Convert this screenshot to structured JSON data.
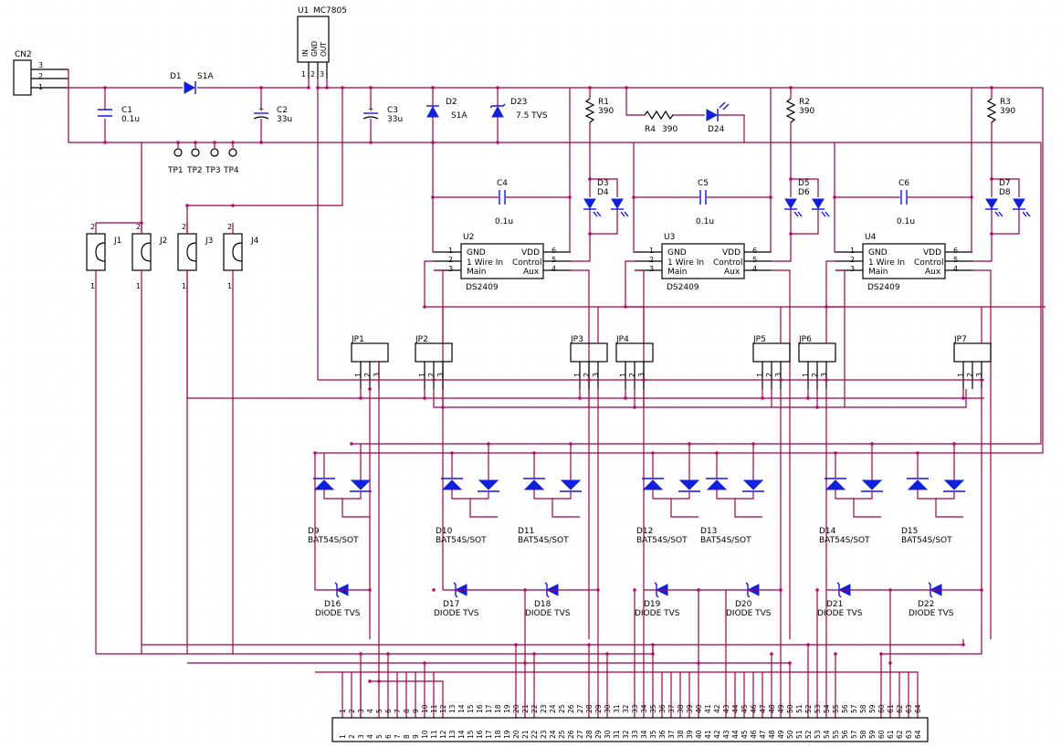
{
  "title_block": {},
  "parts": {
    "cn2": {
      "ref": "CN2",
      "pins": [
        "3",
        "2",
        "1"
      ]
    },
    "u1": {
      "ref": "U1",
      "value": "MC7805",
      "pins": [
        "IN",
        "GND",
        "OUT"
      ],
      "pin_nums": [
        "1",
        "2",
        "3"
      ]
    },
    "d1": {
      "ref": "D1",
      "value": "S1A"
    },
    "c1": {
      "ref": "C1",
      "value": "0.1u"
    },
    "c2": {
      "ref": "C2",
      "value": "33u"
    },
    "c3": {
      "ref": "C3",
      "value": "33u"
    },
    "d2": {
      "ref": "D2",
      "value": "S1A"
    },
    "d23": {
      "ref": "D23",
      "value": "7.5 TVS"
    },
    "r1": {
      "ref": "R1",
      "value": "390"
    },
    "r2": {
      "ref": "R2",
      "value": "390"
    },
    "r3": {
      "ref": "R3",
      "value": "390"
    },
    "r4": {
      "ref": "R4",
      "value": "390"
    },
    "d24": {
      "ref": "D24"
    },
    "testpoints": [
      "TP1",
      "TP2",
      "TP3",
      "TP4"
    ],
    "c4": {
      "ref": "C4",
      "value": "0.1u"
    },
    "c5": {
      "ref": "C5",
      "value": "0.1u"
    },
    "c6": {
      "ref": "C6",
      "value": "0.1u"
    },
    "led_pairs": [
      [
        "D3",
        "D4"
      ],
      [
        "D5",
        "D6"
      ],
      [
        "D7",
        "D8"
      ]
    ],
    "jacks": [
      "J1",
      "J2",
      "J3",
      "J4"
    ],
    "ds2409": [
      {
        "ref": "U2",
        "value": "DS2409"
      },
      {
        "ref": "U3",
        "value": "DS2409"
      },
      {
        "ref": "U4",
        "value": "DS2409"
      }
    ],
    "ds2409_pins": {
      "gnd": "GND",
      "wire_in": "1 Wire In",
      "main": "Main",
      "vdd": "VDD",
      "control": "Control",
      "aux": "Aux"
    },
    "jumpers": [
      "JP1",
      "JP2",
      "JP3",
      "JP4",
      "JP5",
      "JP6",
      "JP7"
    ],
    "schottky": [
      {
        "ref": "D9",
        "value": "BAT54S/SOT"
      },
      {
        "ref": "D10",
        "value": "BAT54S/SOT"
      },
      {
        "ref": "D11",
        "value": "BAT54S/SOT"
      },
      {
        "ref": "D12",
        "value": "BAT54S/SOT"
      },
      {
        "ref": "D13",
        "value": "BAT54S/SOT"
      },
      {
        "ref": "D14",
        "value": "BAT54S/SOT"
      },
      {
        "ref": "D15",
        "value": "BAT54S/SOT"
      }
    ],
    "tvs": [
      {
        "ref": "D16",
        "value": "DIODE TVS"
      },
      {
        "ref": "D17",
        "value": "DIODE TVS"
      },
      {
        "ref": "D18",
        "value": "DIODE TVS"
      },
      {
        "ref": "D19",
        "value": "DIODE TVS"
      },
      {
        "ref": "D20",
        "value": "DIODE TVS"
      },
      {
        "ref": "D21",
        "value": "DIODE TVS"
      },
      {
        "ref": "D22",
        "value": "DIODE TVS"
      }
    ],
    "header_pin_count": 64
  }
}
